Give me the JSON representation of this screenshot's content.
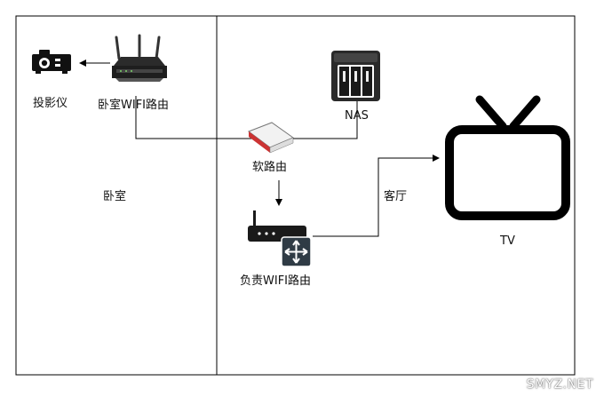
{
  "labels": {
    "projector": "投影仪",
    "bedroom_router": "卧室WIFI路由",
    "nas": "NAS",
    "soft_router": "软路由",
    "bedroom": "卧室",
    "living_room": "客厅",
    "main_router": "负责WIFI路由",
    "tv": "TV"
  },
  "watermark": "SMYZ.NET",
  "colors": {
    "line": "#000000",
    "icon": "#111111",
    "soft_router_accent": "#cc3333",
    "switch_bg": "#2f3b45"
  }
}
